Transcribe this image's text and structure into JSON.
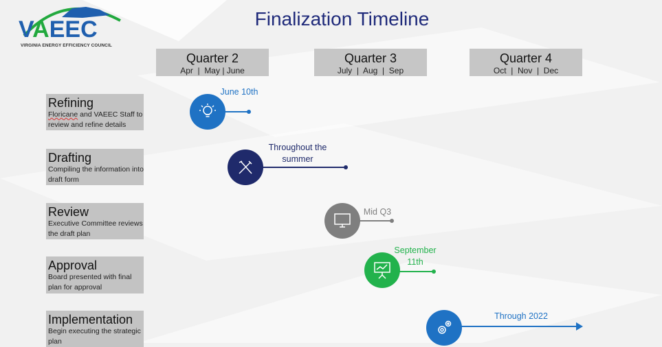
{
  "title": "Finalization Timeline",
  "logo": {
    "text": "VAEEC",
    "subtitle": "VIRGINIA ENERGY EFFICIENCY COUNCIL"
  },
  "quarters": [
    {
      "label": "Quarter 2",
      "months": "Apr  |  May | June"
    },
    {
      "label": "Quarter 3",
      "months": "July  |  Aug  |  Sep"
    },
    {
      "label": "Quarter 4",
      "months": "Oct  |  Nov  |  Dec"
    }
  ],
  "phases": [
    {
      "name": "Refining",
      "desc_a": "Floricane",
      "desc_b": " and VAEEC Staff to review and refine details",
      "milestone": "June 10th",
      "icon": "lightbulb-icon",
      "color": "#1f72c4"
    },
    {
      "name": "Drafting",
      "desc": "Compiling the information into draft form",
      "milestone": "Throughout the summer",
      "icon": "tools-icon",
      "color": "#1f2a6b"
    },
    {
      "name": "Review",
      "desc": "Executive Committee reviews the draft plan",
      "milestone": "Mid Q3",
      "icon": "monitor-icon",
      "color": "#7f7f7f"
    },
    {
      "name": "Approval",
      "desc": "Board presented with final plan for approval",
      "milestone": "September 11th",
      "icon": "presentation-icon",
      "color": "#22b24c"
    },
    {
      "name": "Implementation",
      "desc": "Begin executing the strategic plan",
      "milestone": "Through 2022",
      "icon": "gears-icon",
      "color": "#1f72c4"
    }
  ]
}
